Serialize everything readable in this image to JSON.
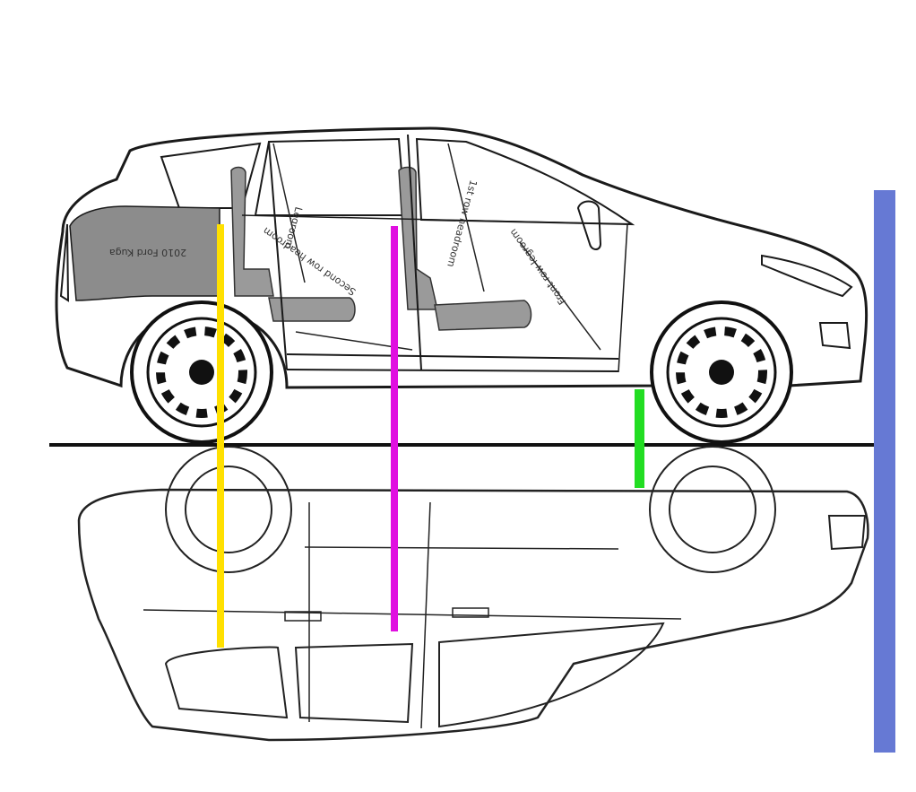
{
  "labels": {
    "rear_panel": "2010 Ford Kuga",
    "rear_legroom": "Legroom",
    "second_row": "Second row headroom",
    "first_row_top": "1st row headroom",
    "first_row_legroom": "Front row legroom"
  },
  "markers": [
    {
      "name": "yellow",
      "color": "#FFE000"
    },
    {
      "name": "magenta",
      "color": "#E010E0"
    },
    {
      "name": "green",
      "color": "#22DD22"
    }
  ],
  "colors": {
    "ground": "#111111",
    "right_bar": "#6679D4",
    "seat_gray": "#9A9A9A",
    "rear_panel": "#8C8C8C"
  }
}
